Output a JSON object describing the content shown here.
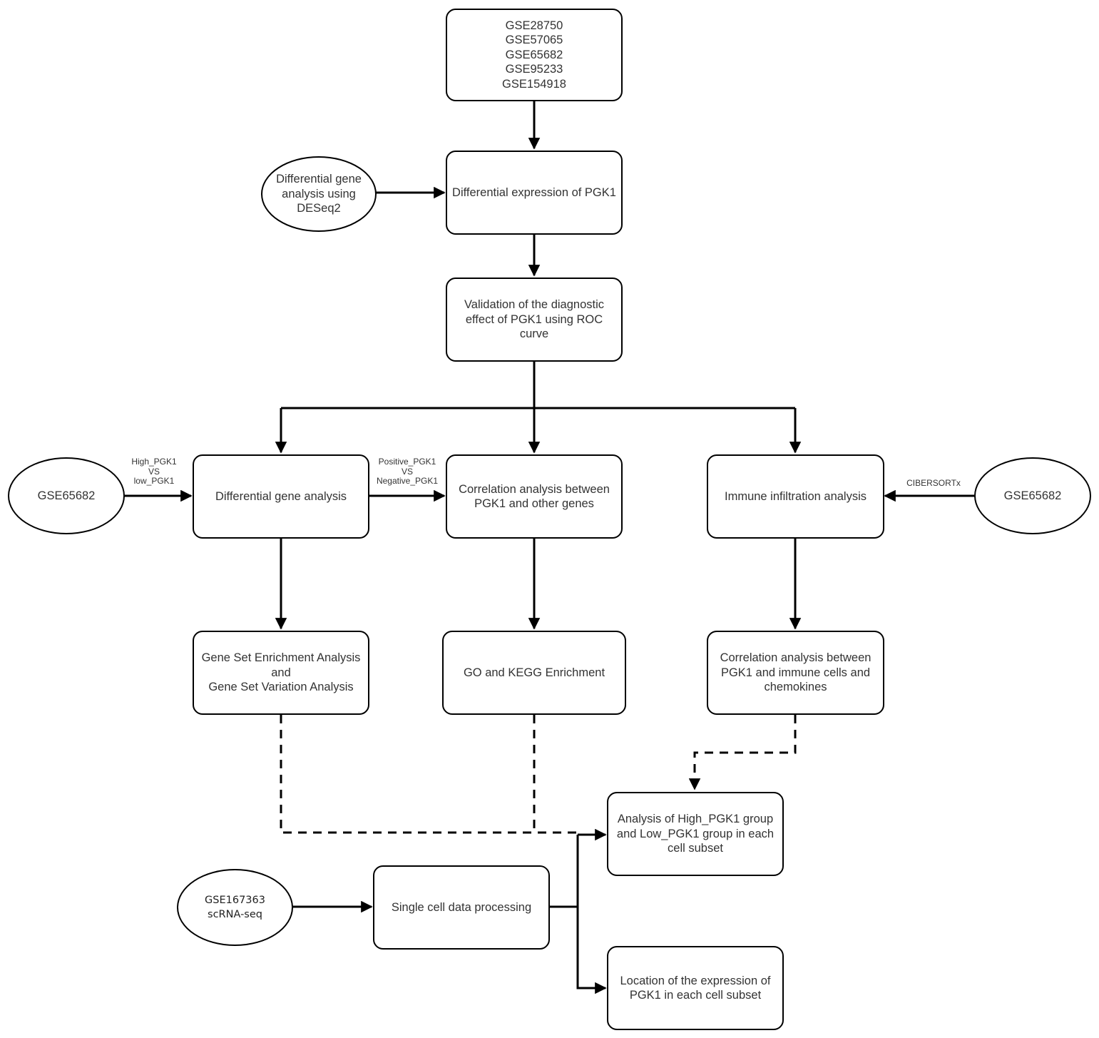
{
  "nodes": {
    "datasets": {
      "lines": [
        "GSE28750",
        "GSE57065",
        "GSE65682",
        "GSE95233",
        "GSE154918"
      ]
    },
    "deseq2": {
      "lines": [
        "Differential gene",
        "analysis using",
        "DESeq2"
      ]
    },
    "diff_expr": {
      "lines": [
        "Differential expression of PGK1"
      ]
    },
    "roc": {
      "lines": [
        "Validation of the diagnostic",
        "effect of PGK1 using ROC",
        "curve"
      ]
    },
    "gse65682_left": {
      "lines": [
        "GSE65682"
      ]
    },
    "diff_gene": {
      "lines": [
        "Differential gene analysis"
      ]
    },
    "correlation": {
      "lines": [
        "Correlation analysis between",
        "PGK1 and other genes"
      ]
    },
    "immune": {
      "lines": [
        "Immune infiltration analysis"
      ]
    },
    "gse65682_right": {
      "lines": [
        "GSE65682"
      ]
    },
    "gsea": {
      "lines": [
        "Gene Set Enrichment Analysis",
        "and",
        "Gene Set Variation Analysis"
      ]
    },
    "go_kegg": {
      "lines": [
        "GO and KEGG Enrichment"
      ]
    },
    "immune_corr": {
      "lines": [
        "Correlation analysis between",
        "PGK1 and immune cells and",
        "chemokines"
      ]
    },
    "high_low": {
      "lines": [
        "Analysis of High_PGK1 group",
        "and Low_PGK1 group in each",
        "cell subset"
      ]
    },
    "scrna": {
      "lines": [
        "GSE167363",
        "scRNA-seq"
      ]
    },
    "single_cell": {
      "lines": [
        "Single cell data processing"
      ]
    },
    "location": {
      "lines": [
        "Location of the expression of",
        "PGK1 in each cell subset"
      ]
    }
  },
  "edge_labels": {
    "high_vs_low": {
      "lines": [
        "High_PGK1",
        "VS",
        "low_PGK1"
      ]
    },
    "pos_vs_neg": {
      "lines": [
        "Positive_PGK1",
        "VS",
        "Negative_PGK1"
      ]
    },
    "cibersortx": {
      "lines": [
        "CIBERSORTx"
      ]
    }
  }
}
